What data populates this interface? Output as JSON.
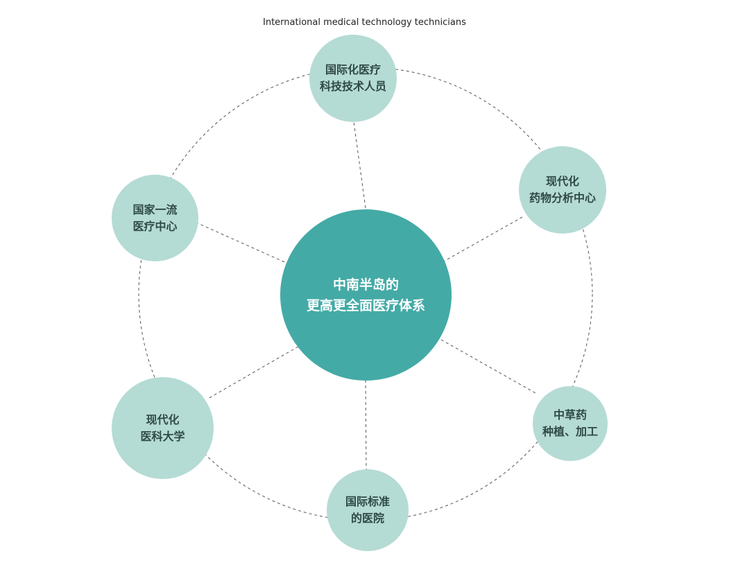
{
  "caption": "International medical technology technicians",
  "center": {
    "line1": "中南半岛的",
    "line2": "更高更全面医疗体系"
  },
  "nodes": {
    "top": {
      "line1": "国际化医疗",
      "line2": "科技技术人员"
    },
    "upper_right": {
      "line1": "现代化",
      "line2": "药物分析中心"
    },
    "lower_right": {
      "line1": "中草药",
      "line2": "种植、加工"
    },
    "bottom": {
      "line1": "国际标准",
      "line2": "的医院"
    },
    "lower_left": {
      "line1": "现代化",
      "line2": "医科大学"
    },
    "upper_left": {
      "line1": "国家一流",
      "line2": "医疗中心"
    }
  },
  "colors": {
    "center_fill": "#44aaa6",
    "node_fill": "#b5dbd5",
    "node_text": "#2f4a47",
    "connector": "#555555"
  }
}
